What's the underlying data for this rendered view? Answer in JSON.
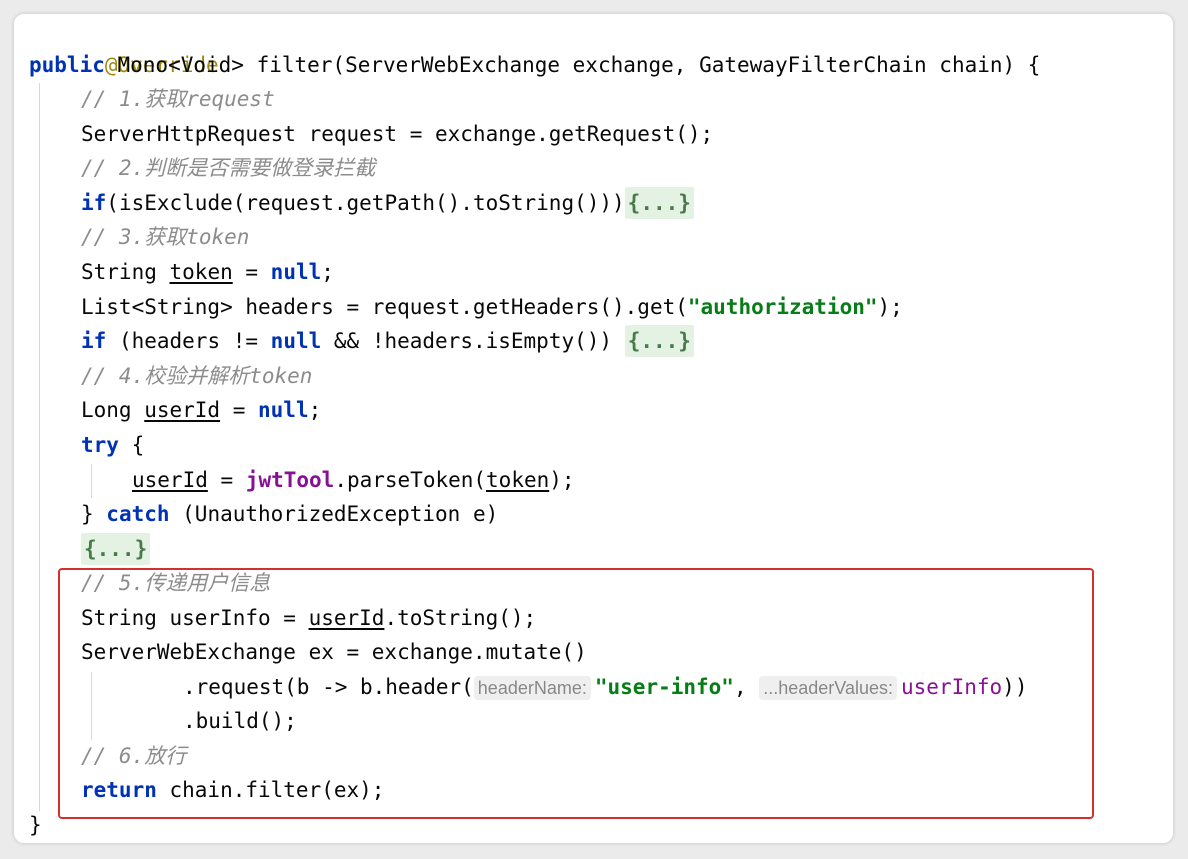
{
  "code_lines": [
    {
      "t": "@Override"
    },
    {
      "k1": "public",
      "t": " Mono<Void> filter(ServerWebExchange exchange, GatewayFilterChain chain) {"
    },
    {
      "c": "// 1.获取request"
    },
    {
      "t": "ServerHttpRequest request = exchange.getRequest();"
    },
    {
      "c": "// 2.判断是否需要做登录拦截"
    },
    {
      "k1": "if",
      "t": "(isExclude(request.getPath().toString()))",
      "fold": "{...}"
    },
    {
      "c": "// 3.获取token"
    },
    {
      "t1": "String ",
      "u": "token",
      "t2": " = ",
      "k": "null",
      "t3": ";"
    },
    {
      "t1": "List<String> headers = request.getHeaders().get(",
      "s": "\"authorization\"",
      "t2": ");"
    },
    {
      "k1": "if",
      "t1": " (headers != ",
      "k2": "null",
      "t2": " && !headers.isEmpty()) ",
      "fold": "{...}"
    },
    {
      "c": "// 4.校验并解析token"
    },
    {
      "t1": "Long ",
      "u": "userId",
      "t2": " = ",
      "k": "null",
      "t3": ";"
    },
    {
      "k1": "try",
      "t": " {"
    },
    {
      "u1": "userId",
      "t1": " = ",
      "f": "jwtTool",
      "t2": ".parseToken(",
      "u2": "token",
      "t3": ");"
    },
    {
      "t1": "} ",
      "k": "catch",
      "t2": " (UnauthorizedException e)"
    },
    {
      "fold": "{...}"
    },
    {
      "c": "// 5.传递用户信息"
    },
    {
      "t1": "String userInfo = ",
      "u": "userId",
      "t2": ".toString();"
    },
    {
      "t": "ServerWebExchange ex = exchange.mutate()"
    },
    {
      "t1": ".request(b -> b.header(",
      "h1": "headerName:",
      "s": "\"user-info\"",
      "t2": ", ",
      "h2": "...headerValues:",
      "v": "userInfo",
      "t3": "))"
    },
    {
      "t": ".build();"
    },
    {
      "c": "// 6.放行"
    },
    {
      "k1": "return",
      "t": " chain.filter(ex);"
    },
    {
      "t": "}"
    }
  ]
}
